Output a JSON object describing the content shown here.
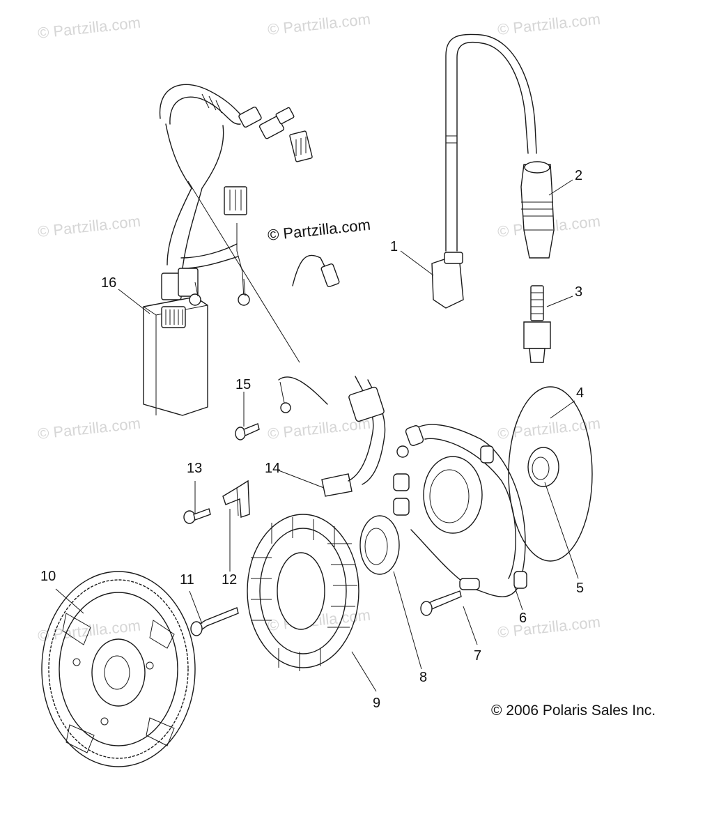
{
  "watermark_text": "© Partzilla.com",
  "center_watermark": "© Partzilla.com",
  "copyright": "© 2006 Polaris Sales Inc.",
  "callouts": {
    "c1": "1",
    "c2": "2",
    "c3": "3",
    "c4": "4",
    "c5": "5",
    "c6": "6",
    "c7": "7",
    "c8": "8",
    "c9": "9",
    "c10": "10",
    "c11": "11",
    "c12": "12",
    "c13": "13",
    "c14": "14",
    "c15": "15",
    "c16": "16"
  }
}
